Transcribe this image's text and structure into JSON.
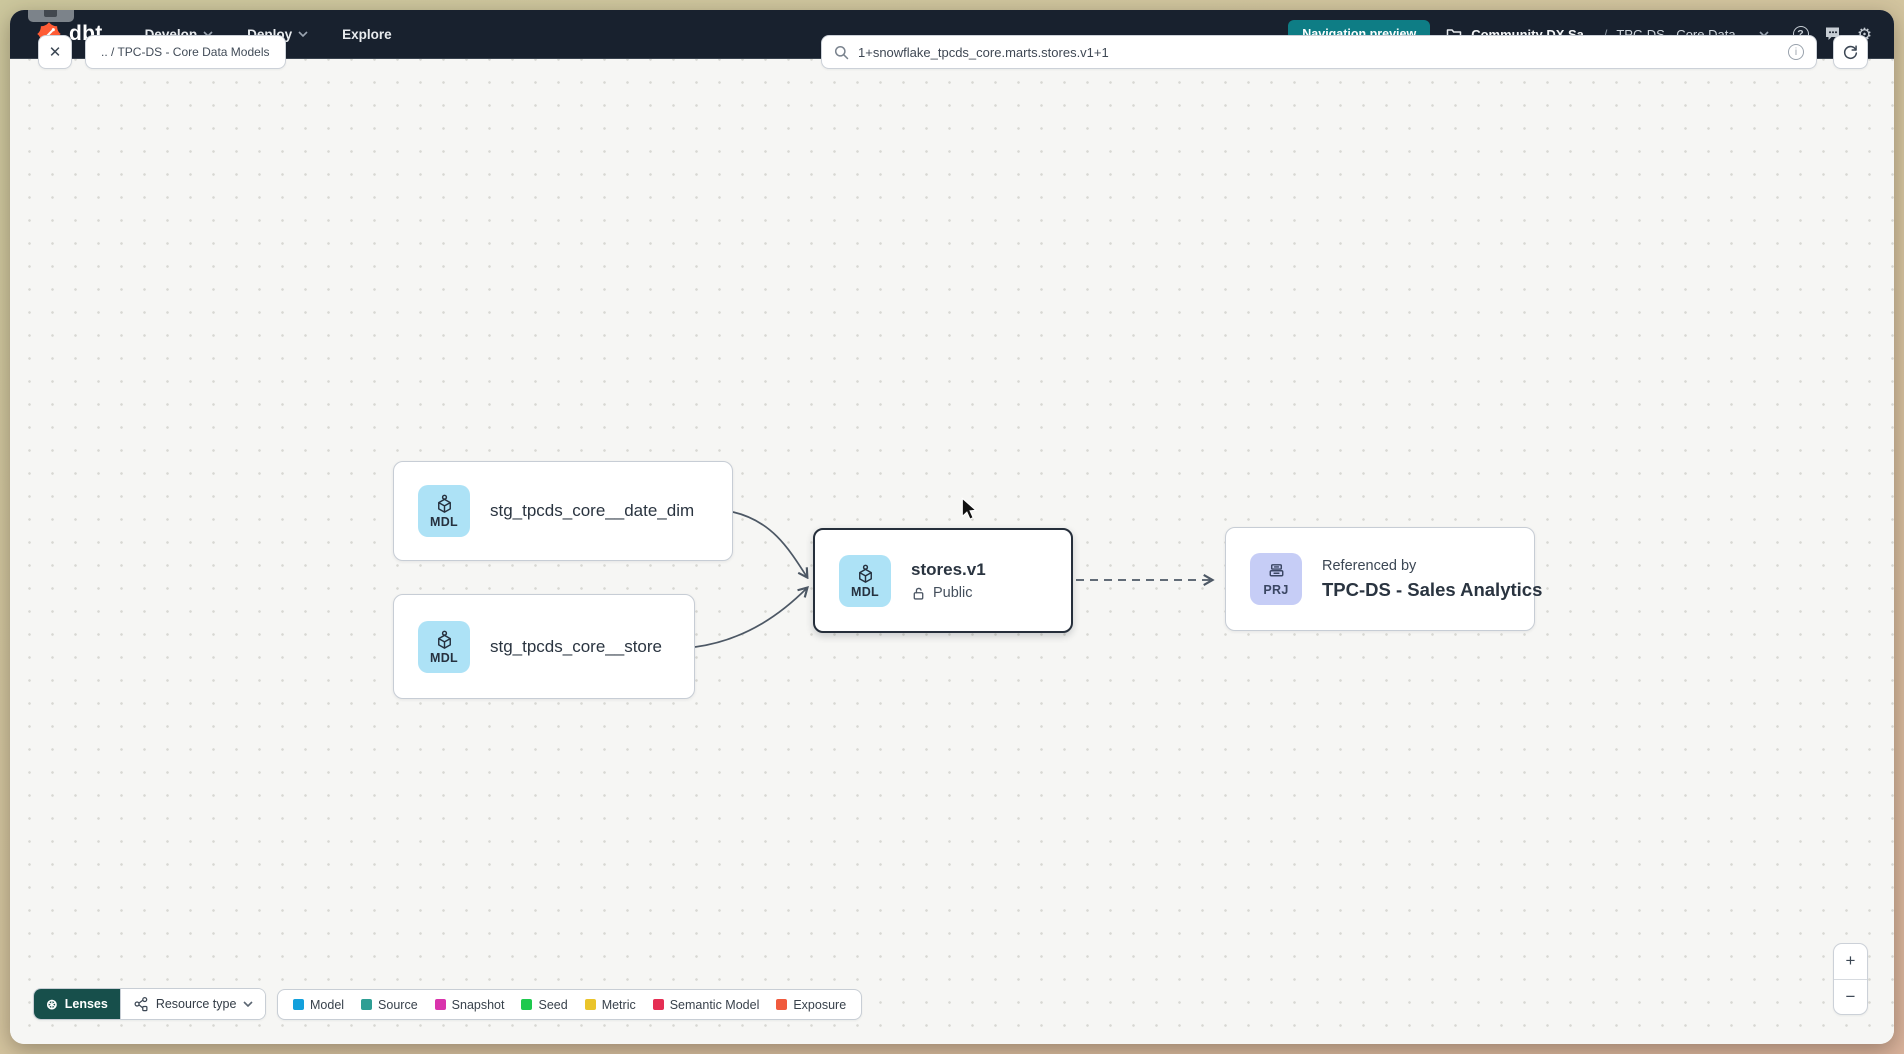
{
  "navbar": {
    "logo_text": "dbt",
    "menus": [
      {
        "label": "Develop"
      },
      {
        "label": "Deploy"
      },
      {
        "label": "Explore"
      }
    ],
    "preview_button": "Navigation preview",
    "account": "Community DX Sa...",
    "separator": "/",
    "project": "TPC-DS - Core Data ...",
    "help_glyph": "?",
    "gear_glyph": "⚙"
  },
  "toolbar": {
    "close_glyph": "✕",
    "breadcrumb_chip": ".. / TPC-DS - Core Data Models",
    "search_value": "1+snowflake_tpcds_core.marts.stores.v1+1",
    "info_glyph": "i"
  },
  "graph": {
    "nodes": {
      "date_dim": {
        "badge": "MDL",
        "label": "stg_tpcds_core__date_dim"
      },
      "store": {
        "badge": "MDL",
        "label": "stg_tpcds_core__store"
      },
      "stores_v1": {
        "badge": "MDL",
        "title": "stores.v1",
        "access": "Public"
      },
      "referenced": {
        "badge": "PRJ",
        "kicker": "Referenced by",
        "title": "TPC-DS - Sales Analytics"
      }
    }
  },
  "footer": {
    "lenses_label": "Lenses",
    "lens_glyph": "⊛",
    "resource_type_label": "Resource type",
    "legend": [
      {
        "label": "Model",
        "color": "#12a0dc"
      },
      {
        "label": "Source",
        "color": "#2e9e94"
      },
      {
        "label": "Snapshot",
        "color": "#d933ac"
      },
      {
        "label": "Seed",
        "color": "#1ec94e"
      },
      {
        "label": "Metric",
        "color": "#eac42a"
      },
      {
        "label": "Semantic Model",
        "color": "#e52e53"
      },
      {
        "label": "Exposure",
        "color": "#f05a3d"
      }
    ],
    "zoom_in": "+",
    "zoom_out": "−"
  }
}
